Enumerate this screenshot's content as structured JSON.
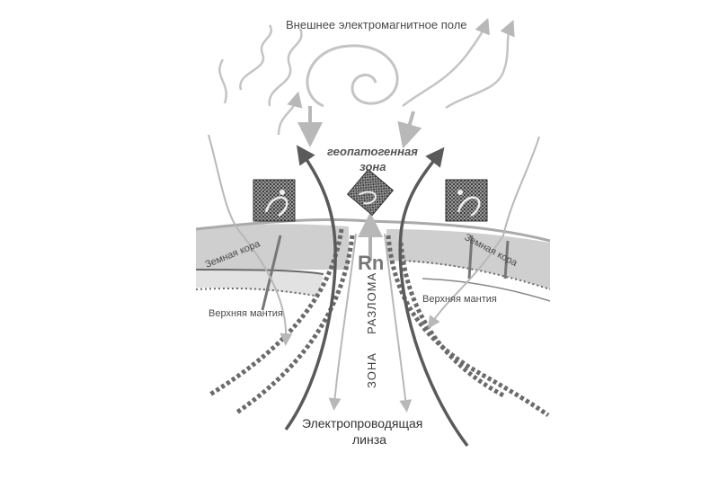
{
  "labels": {
    "external_field": "Внешнее электромагнитное поле",
    "geopathogenic_zone_line1": "геопатогенная",
    "geopathogenic_zone_line2": "зона",
    "earth_crust_left": "Земная кора",
    "earth_crust_right": "Земная кора",
    "upper_mantle_left": "Верхняя мантия",
    "upper_mantle_right": "Верхняя мантия",
    "fault_word": "РАЗЛОМА",
    "zone_word": "ЗОНА",
    "radon": "Rn",
    "lens_line1": "Электропроводящая",
    "lens_line2": "линза"
  },
  "colors": {
    "arrow_dark": "#5a5a5a",
    "arrow_light": "#b8b8b8",
    "crust_fill": "#cfcfcf",
    "mantle_fill": "#e4e4e4",
    "plate_edge": "#6a6a6a"
  },
  "icons": [
    "house-with-figure-icon-left",
    "house-with-figure-icon-center",
    "house-with-figure-icon-right"
  ]
}
